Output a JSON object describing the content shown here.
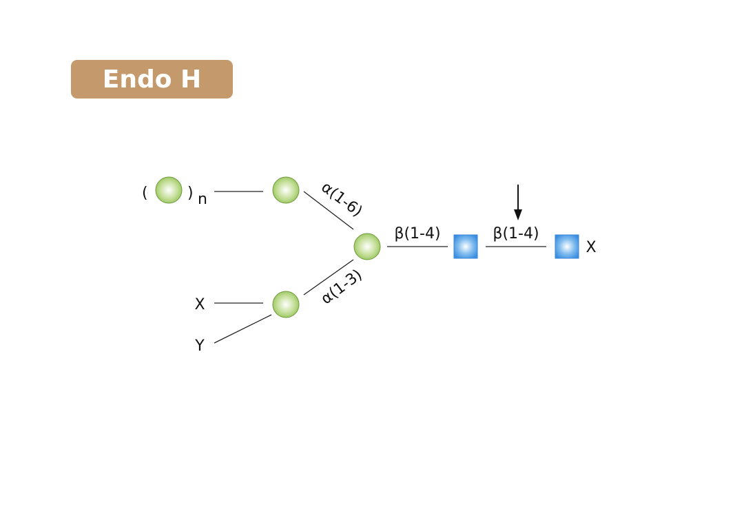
{
  "title": "Endo H",
  "labels": {
    "open_paren": "(",
    "close_paren": ")",
    "repeat": "n",
    "alpha16": "α(1-6)",
    "alpha13": "α(1-3)",
    "beta14_a": "β(1-4)",
    "beta14_b": "β(1-4)",
    "x_left": "X",
    "y_left": "Y",
    "x_right": "X"
  },
  "colors": {
    "title_bg": "#c49a6c",
    "mannose": "#9cc860",
    "glcnac": "#3c8fe0"
  }
}
